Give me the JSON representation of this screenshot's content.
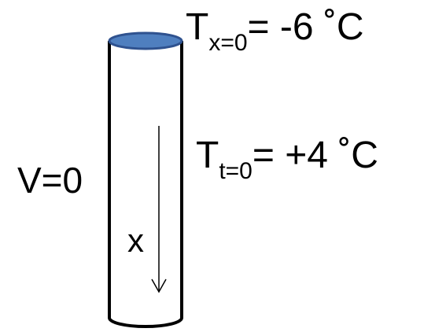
{
  "labels": {
    "top_temp": {
      "symbol": "T",
      "subscript": "x=0",
      "value": "= -6 ˚C"
    },
    "initial_temp": {
      "symbol": "T",
      "subscript": "t=0",
      "value": "= +4 ˚C"
    },
    "velocity": "V=0",
    "axis": "x"
  },
  "colors": {
    "outline": "#000000",
    "water_top_fill": "#4f7fbf",
    "water_top_stroke": "#2f528f",
    "background": "#ffffff"
  }
}
